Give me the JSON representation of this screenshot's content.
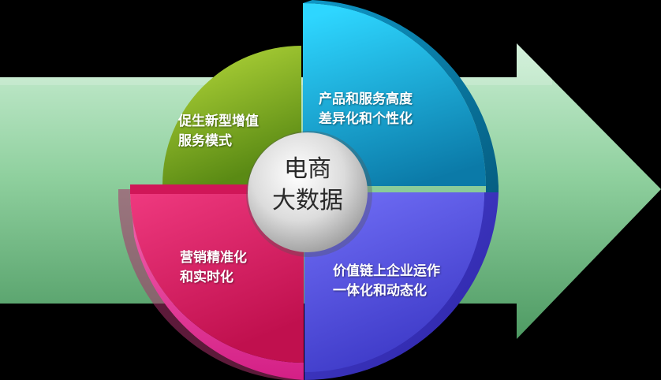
{
  "center": {
    "line1": "电商",
    "line2": "大数据"
  },
  "quadrants": [
    {
      "id": "top-left",
      "lines": [
        "促生新型增值",
        "服务模式"
      ],
      "color": "#8ab52a"
    },
    {
      "id": "top-right",
      "lines": [
        "产品和服务高度",
        "差异化和个性化"
      ],
      "color": "#1aa9d6"
    },
    {
      "id": "bottom-left",
      "lines": [
        "营销精准化",
        "和实时化"
      ],
      "color": "#e61e6e"
    },
    {
      "id": "bottom-right",
      "lines": [
        "价值链上企业运作",
        "一体化和动态化"
      ],
      "color": "#5a55e6"
    }
  ],
  "arrow_color": "#7ec890"
}
